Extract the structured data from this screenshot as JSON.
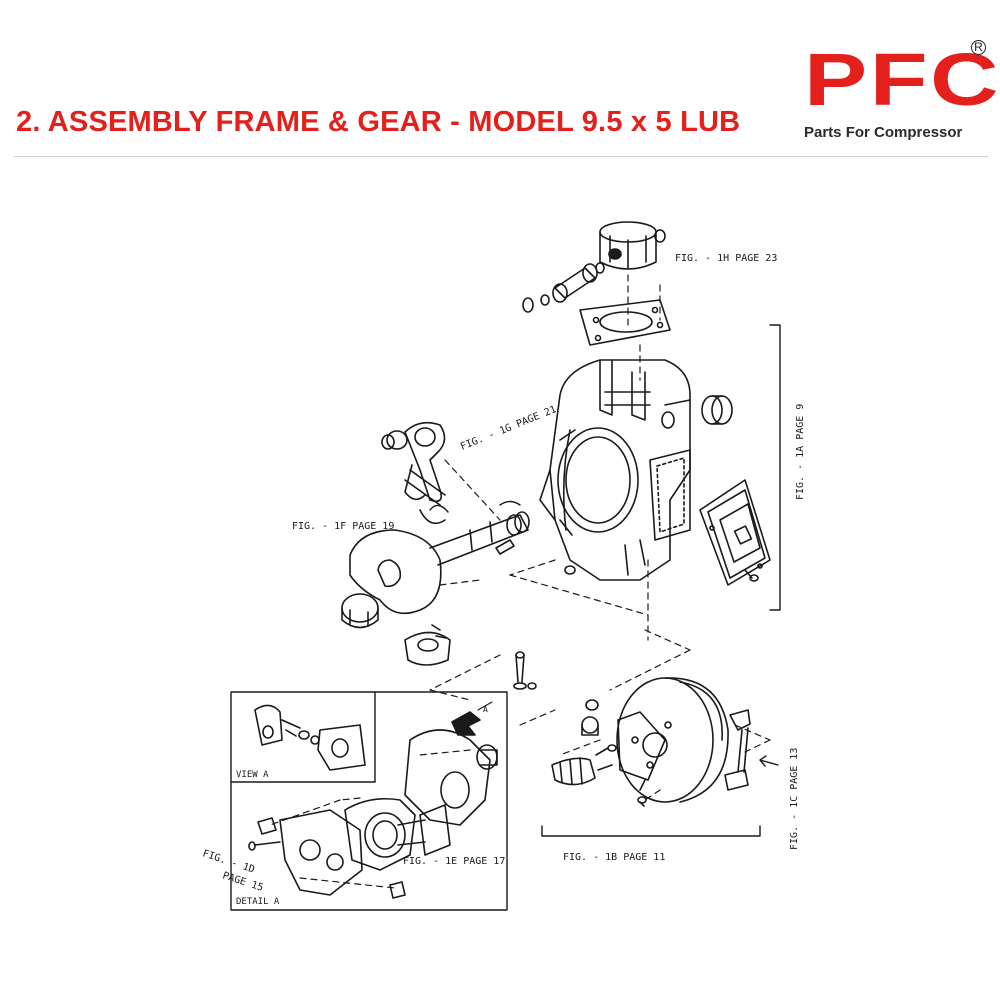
{
  "header": {
    "title": "2. ASSEMBLY FRAME & GEAR - MODEL 9.5 x 5 LUB",
    "logo_text": "PFC",
    "logo_registered": "R",
    "logo_tagline": "Parts For Compressor"
  },
  "callouts": {
    "fig_1h": "FIG. - 1H PAGE 23",
    "fig_1g": "FIG. - 1G PAGE 21",
    "fig_1a": "FIG. - 1A PAGE 9",
    "fig_1f": "FIG. - 1F PAGE 19",
    "fig_1c": "FIG. - 1C PAGE 13",
    "fig_1b": "FIG. - 1B PAGE 11",
    "fig_1e": "FIG. - 1E PAGE 17",
    "fig_1d_line1": "FIG. - 1D",
    "fig_1d_line2": "PAGE 15",
    "view_a": "VIEW A",
    "detail_a": "DETAIL A",
    "arrow_a": "A"
  },
  "colors": {
    "brand_red": "#e3201b",
    "line_art": "#1a1a1a"
  }
}
